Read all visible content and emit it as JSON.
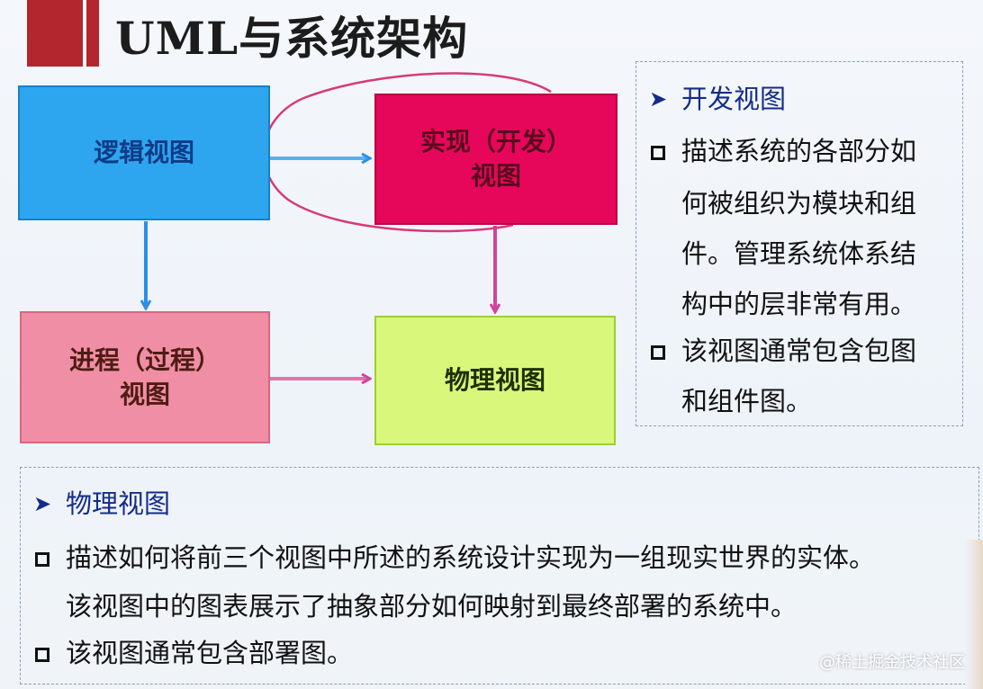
{
  "slide": {
    "title": "UML与系统架构"
  },
  "diagram": {
    "logical": "逻辑视图",
    "implementation": "实现（开发）\n视图",
    "process": "进程（过程）\n视图",
    "physical": "物理视图"
  },
  "dev_panel": {
    "heading": "开发视图",
    "lines": [
      "描述系统的各部分如",
      "何被组织为模块和组",
      "件。管理系统体系结",
      "构中的层非常有用。",
      "该视图通常包含包图",
      "和组件图。"
    ]
  },
  "physical_panel": {
    "heading": "物理视图",
    "lines": [
      "描述如何将前三个视图中所述的系统设计实现为一组现实世界的实体。",
      "该视图中的图表展示了抽象部分如何映射到最终部署的系统中。",
      "该视图通常包含部署图。"
    ]
  },
  "watermark": "@稀土掘金技术社区",
  "icons": {
    "heading_bullet": "arrow-bullet-icon",
    "item_bullet": "square-bullet-icon"
  },
  "colors": {
    "logical": "#2ea6ef",
    "implementation": "#e6075a",
    "process": "#ef8ea4",
    "physical": "#d9f77a",
    "accent_bar": "#b3262e",
    "heading_text": "#142c8a"
  }
}
